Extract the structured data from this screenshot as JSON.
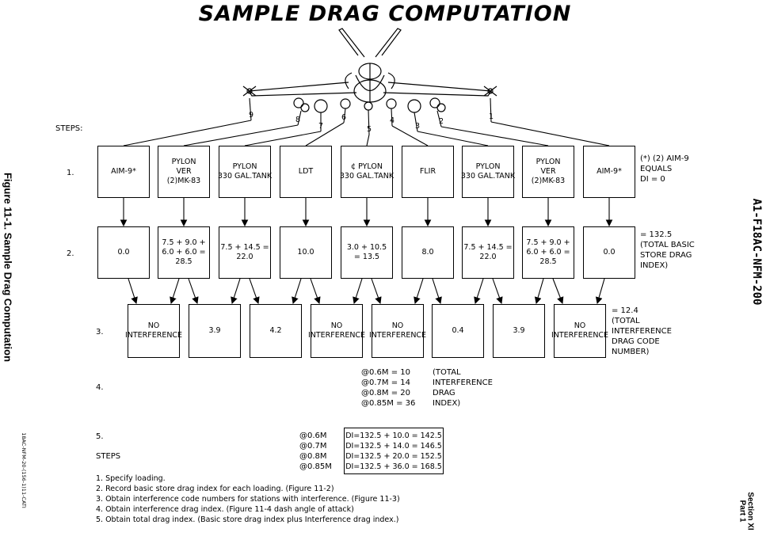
{
  "title": "SAMPLE DRAG COMPUTATION",
  "steps_label": "STEPS:",
  "station_numbers": [
    "9",
    "8",
    "7",
    "6",
    "5",
    "4",
    "3",
    "2",
    "1"
  ],
  "row_numbers": {
    "step1": "1.",
    "step2": "2.",
    "step3": "3.",
    "step4": "4.",
    "step5": "5."
  },
  "step1_boxes": [
    "AIM-9*",
    "PYLON\nVER\n(2)MK-83",
    "PYLON\n330 GAL.TANK",
    "LDT",
    "¢ PYLON\n330 GAL.TANK",
    "FLIR",
    "PYLON\n330 GAL.TANK",
    "PYLON\nVER\n(2)MK-83",
    "AIM-9*"
  ],
  "step1_note": "(*) (2) AIM-9\nEQUALS\nDI = 0",
  "step2_boxes": [
    "0.0",
    "7.5 + 9.0 +\n6.0 + 6.0 =\n28.5",
    "7.5 + 14.5 =\n22.0",
    "10.0",
    "3.0 + 10.5\n= 13.5",
    "8.0",
    "7.5 + 14.5 =\n22.0",
    "7.5 + 9.0 +\n6.0 + 6.0 =\n28.5",
    "0.0"
  ],
  "step2_note": "= 132.5\n(TOTAL BASIC\nSTORE DRAG\nINDEX)",
  "step3_boxes": [
    "NO\nINTERFERENCE",
    "3.9",
    "4.2",
    "NO\nINTERFERENCE",
    "NO\nINTERFERENCE",
    "0.4",
    "3.9",
    "NO\nINTERFERENCE"
  ],
  "step3_note": "= 12.4\n(TOTAL\nINTERFERENCE\nDRAG CODE\nNUMBER)",
  "step4_values": "@0.6M = 10\n@0.7M = 14\n@0.8M = 20\n@0.85M = 36",
  "step4_note": "(TOTAL\nINTERFERENCE\nDRAG\nINDEX)",
  "step5_label": "STEPS",
  "step5_mach": "@0.6M\n@0.7M\n@0.8M\n@0.85M",
  "step5_results": "DI=132.5 + 10.0 = 142.5\nDI=132.5 + 14.0 = 146.5\nDI=132.5 + 20.0 = 152.5\nDI=132.5 + 36.0 = 168.5",
  "instructions": [
    "1. Specify loading.",
    "2. Record basic store drag index for each loading. (Figure 11-2)",
    "3. Obtain interference code numbers for stations with interference. (Figure 11-3)",
    "4. Obtain interference drag index. (Figure 11-4 dash angle of attack)",
    "5. Obtain total drag index. (Basic store drag index plus Interference drag index.)"
  ],
  "figure_caption": "Figure 11-1. Sample Drag Computation",
  "drawing_code": "18AC-NFM-20-(156-1)11-CATI",
  "document_id": "A1-F18AC-NFM-200",
  "section": "Section XI",
  "part": "Part 1"
}
